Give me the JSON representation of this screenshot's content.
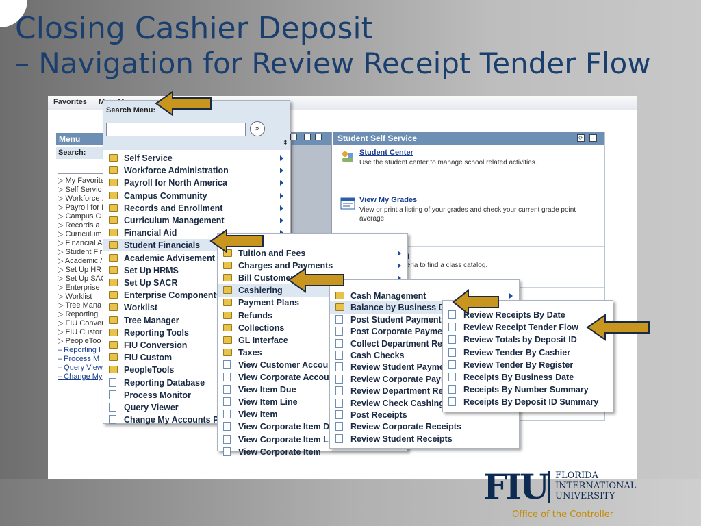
{
  "slide": {
    "title_line1": "Closing Cashier Deposit",
    "title_line2": "– Navigation for Review Receipt Tender Flow",
    "office": "Office of the Controller",
    "logo": {
      "mark": "FIU",
      "l1": "FLORIDA",
      "l2": "INTERNATIONAL",
      "l3": "UNIVERSITY"
    },
    "accent_color": "#c8961e",
    "title_color": "#1a3e6e"
  },
  "nav": {
    "favorites": "Favorites",
    "main_menu": "Main Menu"
  },
  "menu_pane": {
    "header": "Menu",
    "search_label": "Search:",
    "items": [
      "▷ My Favorite",
      "▷ Self Servic",
      "▷ Workforce .",
      "▷ Payroll for I",
      "▷ Campus C",
      "▷ Records a",
      "▷ Curriculum",
      "▷ Financial A",
      "▷ Student Fir",
      "▷ Academic /",
      "▷ Set Up HR",
      "▷ Set Up SAC",
      "▷ Enterprise",
      "▷ Worklist",
      "▷ Tree Mana",
      "▷ Reporting ",
      "▷ FIU Conver",
      "▷ FIU Custor",
      "▷ PeopleToo"
    ],
    "links": [
      "– Reporting I",
      "– Process M",
      "– Query View",
      "– Change My"
    ]
  },
  "pagelet": {
    "title": "Student Self Service",
    "rows": [
      {
        "link": "Student Center",
        "desc": "Use the student center to manage school related activities."
      },
      {
        "link": "View My Grades",
        "desc": "View or print a listing of your grades and check your current grade point average."
      },
      {
        "link": "n",
        "desc": "teria to find a class catalog."
      }
    ]
  },
  "dropdown1": {
    "search_label": "Search Menu:",
    "search_btn": "»",
    "scroll_glyph": "⬍",
    "items": [
      {
        "label": "Self Service",
        "type": "folder",
        "sub": true
      },
      {
        "label": "Workforce Administration",
        "type": "folder",
        "sub": true
      },
      {
        "label": "Payroll for North America",
        "type": "folder",
        "sub": true
      },
      {
        "label": "Campus Community",
        "type": "folder",
        "sub": true
      },
      {
        "label": "Records and Enrollment",
        "type": "folder",
        "sub": true
      },
      {
        "label": "Curriculum Management",
        "type": "folder",
        "sub": true
      },
      {
        "label": "Financial Aid",
        "type": "folder",
        "sub": true
      },
      {
        "label": "Student Financials",
        "type": "folder",
        "sub": false
      },
      {
        "label": "Academic Advisement",
        "type": "folder",
        "sub": false
      },
      {
        "label": "Set Up HRMS",
        "type": "folder",
        "sub": false
      },
      {
        "label": "Set Up SACR",
        "type": "folder",
        "sub": false
      },
      {
        "label": "Enterprise Components",
        "type": "folder",
        "sub": false
      },
      {
        "label": "Worklist",
        "type": "folder",
        "sub": false
      },
      {
        "label": "Tree Manager",
        "type": "folder",
        "sub": false
      },
      {
        "label": "Reporting Tools",
        "type": "folder",
        "sub": false
      },
      {
        "label": "FIU Conversion",
        "type": "folder",
        "sub": false
      },
      {
        "label": "FIU Custom",
        "type": "folder",
        "sub": false
      },
      {
        "label": "PeopleTools",
        "type": "folder",
        "sub": false
      },
      {
        "label": "Reporting Database",
        "type": "doc",
        "sub": false
      },
      {
        "label": "Process Monitor",
        "type": "doc",
        "sub": false
      },
      {
        "label": "Query Viewer",
        "type": "doc",
        "sub": false
      },
      {
        "label": "Change My Accounts Password",
        "type": "doc",
        "sub": false
      }
    ]
  },
  "dropdown2": {
    "items": [
      {
        "label": "Tuition and Fees",
        "type": "folder",
        "sub": true
      },
      {
        "label": "Charges and Payments",
        "type": "folder",
        "sub": true
      },
      {
        "label": "Bill Customers",
        "type": "folder",
        "sub": true
      },
      {
        "label": "Cashiering",
        "type": "folder",
        "sub": false
      },
      {
        "label": "Payment Plans",
        "type": "folder",
        "sub": false
      },
      {
        "label": "Refunds",
        "type": "folder",
        "sub": false
      },
      {
        "label": "Collections",
        "type": "folder",
        "sub": false
      },
      {
        "label": "GL Interface",
        "type": "folder",
        "sub": false
      },
      {
        "label": "Taxes",
        "type": "folder",
        "sub": false
      },
      {
        "label": "View Customer Account",
        "type": "doc",
        "sub": false
      },
      {
        "label": "View Corporate Account",
        "type": "doc",
        "sub": false
      },
      {
        "label": "View Item Due",
        "type": "doc",
        "sub": false
      },
      {
        "label": "View Item Line",
        "type": "doc",
        "sub": false
      },
      {
        "label": "View Item",
        "type": "doc",
        "sub": false
      },
      {
        "label": "View Corporate Item Due",
        "type": "doc",
        "sub": false
      },
      {
        "label": "View Corporate Item Line",
        "type": "doc",
        "sub": false
      },
      {
        "label": "View Corporate Item",
        "type": "doc",
        "sub": false
      }
    ]
  },
  "dropdown3": {
    "items": [
      {
        "label": "Cash Management",
        "type": "folder",
        "sub": true
      },
      {
        "label": "Balance by Business Date",
        "type": "folder",
        "sub": false
      },
      {
        "label": "Post Student Payments",
        "type": "doc",
        "sub": false
      },
      {
        "label": "Post Corporate Payments",
        "type": "doc",
        "sub": false
      },
      {
        "label": "Collect Department Receipts",
        "type": "doc",
        "sub": false
      },
      {
        "label": "Cash Checks",
        "type": "doc",
        "sub": false
      },
      {
        "label": "Review Student Payments",
        "type": "doc",
        "sub": false
      },
      {
        "label": "Review Corporate Payments",
        "type": "doc",
        "sub": false
      },
      {
        "label": "Review Department Receipts",
        "type": "doc",
        "sub": false
      },
      {
        "label": "Review Check Cashing",
        "type": "doc",
        "sub": false
      },
      {
        "label": "Post Receipts",
        "type": "doc",
        "sub": false
      },
      {
        "label": "Review Corporate Receipts",
        "type": "doc",
        "sub": false
      },
      {
        "label": "Review Student Receipts",
        "type": "doc",
        "sub": false
      }
    ]
  },
  "dropdown4": {
    "items": [
      {
        "label": "Review Receipts By Date",
        "type": "doc"
      },
      {
        "label": "Review Receipt Tender Flow",
        "type": "doc"
      },
      {
        "label": "Review Totals by Deposit ID",
        "type": "doc"
      },
      {
        "label": "Review Tender By Cashier",
        "type": "doc"
      },
      {
        "label": "Review Tender By Register",
        "type": "doc"
      },
      {
        "label": "Receipts By Business Date",
        "type": "doc"
      },
      {
        "label": "Receipts By Number Summary",
        "type": "doc"
      },
      {
        "label": "Receipts By Deposit ID Summary",
        "type": "doc"
      }
    ]
  }
}
